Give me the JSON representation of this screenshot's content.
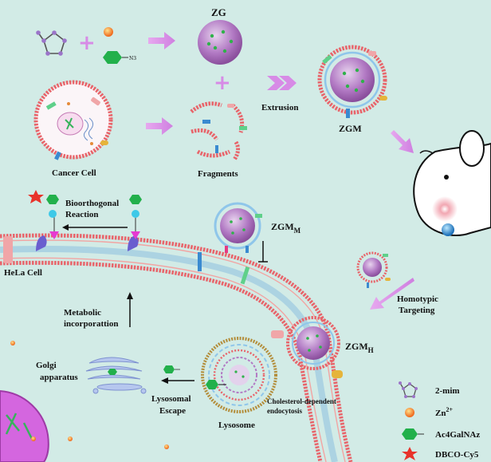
{
  "labels": {
    "zg": "ZG",
    "zgm": "ZGM",
    "extrusion": "Extrusion",
    "cancer_cell": "Cancer Cell",
    "fragments": "Fragments",
    "bioorthogonal_1": "Bioorthogonal",
    "bioorthogonal_2": "Reaction",
    "zgm_m_main": "ZGM",
    "zgm_m_sub": "M",
    "hela_cell": "HeLa Cell",
    "homotypic_1": "Homotypic",
    "homotypic_2": "Targeting",
    "metabolic_1": "Metabolic",
    "metabolic_2": "incorporattion",
    "zgm_h_main": "ZGM",
    "zgm_h_sub": "H",
    "golgi_1": "Golgi",
    "golgi_2": "apparatus",
    "lysosomal_1": "Lysosomal",
    "lysosomal_2": "Escape",
    "lysosome": "Lysosome",
    "endocytosis_1": "Cholesterol-dependent",
    "endocytosis_2": "endocytosis",
    "n3": "N3"
  },
  "legend": [
    {
      "icon": "2-mim-icon",
      "label": "2-mim"
    },
    {
      "icon": "zn-icon",
      "label": "Zn",
      "sup": "2+"
    },
    {
      "icon": "ac4galnaz-icon",
      "label": "Ac4GalNAz"
    },
    {
      "icon": "dbco-cy5-icon",
      "label": "DBCO-Cy5"
    }
  ],
  "colors": {
    "background": "#d2ebe6",
    "membrane": "#e8646a",
    "arrow": "#d78be6",
    "zif_core": "#b27ac4",
    "inner_membrane": "#8fc6ea"
  }
}
